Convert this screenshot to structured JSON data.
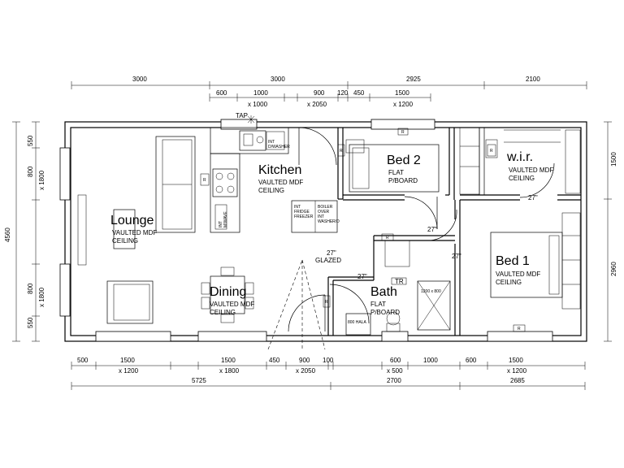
{
  "rooms": {
    "lounge": {
      "name": "Lounge",
      "note1": "VAULTED MDF",
      "note2": "CEILING"
    },
    "kitchen": {
      "name": "Kitchen",
      "note1": "VAULTED MDF",
      "note2": "CEILING"
    },
    "dining": {
      "name": "Dining",
      "note1": "VAULTED MDF",
      "note2": "CEILING"
    },
    "bed2": {
      "name": "Bed 2",
      "note1": "FLAT",
      "note2": "P/BOARD"
    },
    "bath": {
      "name": "Bath",
      "note1": "FLAT",
      "note2": "P/BOARD"
    },
    "wir": {
      "name": "w.i.r.",
      "note1": "VAULTED MDF",
      "note2": "CEILING"
    },
    "bed1": {
      "name": "Bed 1",
      "note1": "VAULTED MDF",
      "note2": "CEILING"
    }
  },
  "labels": {
    "tap": "TAP",
    "glazed_size": "27\"",
    "glazed": "GLAZED",
    "dishwasher": [
      "INT",
      "D/WASHER"
    ],
    "fridge": [
      "INT",
      "FRIDGE",
      "FREEZER"
    ],
    "boiler": [
      "BOILER",
      "OVER",
      "INT",
      "WASHER/D"
    ],
    "microwave": [
      "INT",
      "M/WAVE"
    ],
    "shower": "1200 x 800",
    "basin": "800 HALA",
    "tr": "TR",
    "radiator": "R",
    "door_27": "27\""
  },
  "dimensions": {
    "top_main": [
      "3000",
      "3000",
      "2925",
      "2100"
    ],
    "top_sub": [
      "600",
      "1000",
      "900",
      "120",
      "450",
      "1500"
    ],
    "top_window": [
      "x 1000",
      "x 2050",
      "x 1200"
    ],
    "bottom_sub": [
      "500",
      "1500",
      "1500",
      "450",
      "900",
      "100",
      "600",
      "1000",
      "600",
      "1500"
    ],
    "bottom_window": [
      "x 1200",
      "x 1800",
      "x 2050",
      "x 500",
      "x 1200"
    ],
    "bottom_main": [
      "5725",
      "2700",
      "2685"
    ],
    "left_total": "4560",
    "left_sub": [
      "550",
      "800",
      "800",
      "550"
    ],
    "left_window": [
      "x 1800",
      "x 1800"
    ],
    "right": [
      "1500",
      "2960"
    ]
  }
}
